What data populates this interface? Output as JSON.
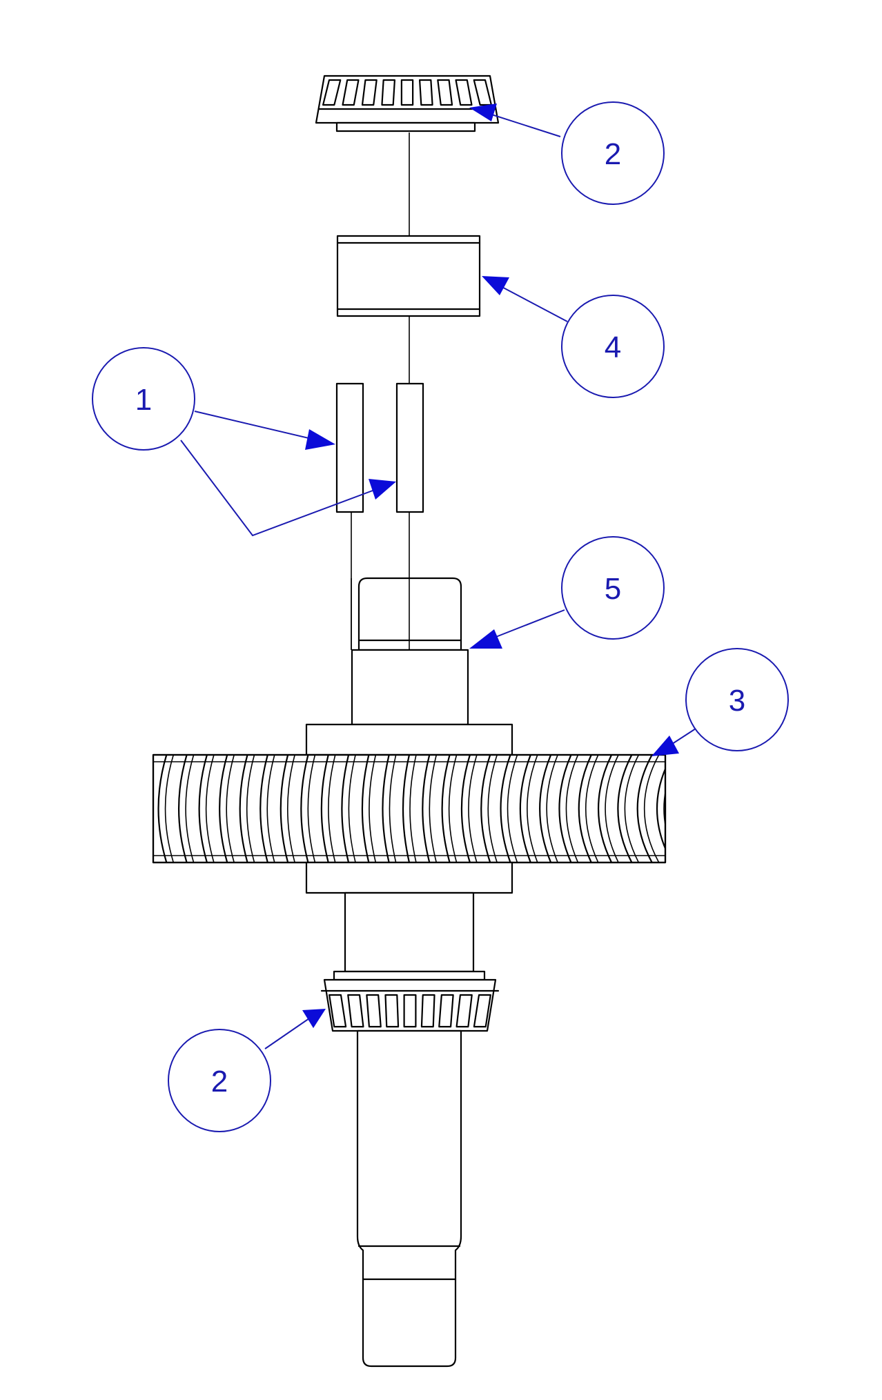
{
  "diagram": {
    "type": "exploded-assembly-view",
    "line_color": "#000000",
    "annotation_color": "#1a1ab0",
    "arrowhead_color": "#0b0bd8",
    "background_color": "#ffffff"
  },
  "callouts": [
    {
      "id": "balloon-2-top",
      "label": "2",
      "part": "tapered-roller-bearing"
    },
    {
      "id": "balloon-4",
      "label": "4",
      "part": "sleeve-spacer"
    },
    {
      "id": "balloon-1",
      "label": "1",
      "part": "keys"
    },
    {
      "id": "balloon-5",
      "label": "5",
      "part": "shaft-shoulder"
    },
    {
      "id": "balloon-3",
      "label": "3",
      "part": "worm-gear"
    },
    {
      "id": "balloon-2-bottom",
      "label": "2",
      "part": "tapered-roller-bearing"
    }
  ]
}
